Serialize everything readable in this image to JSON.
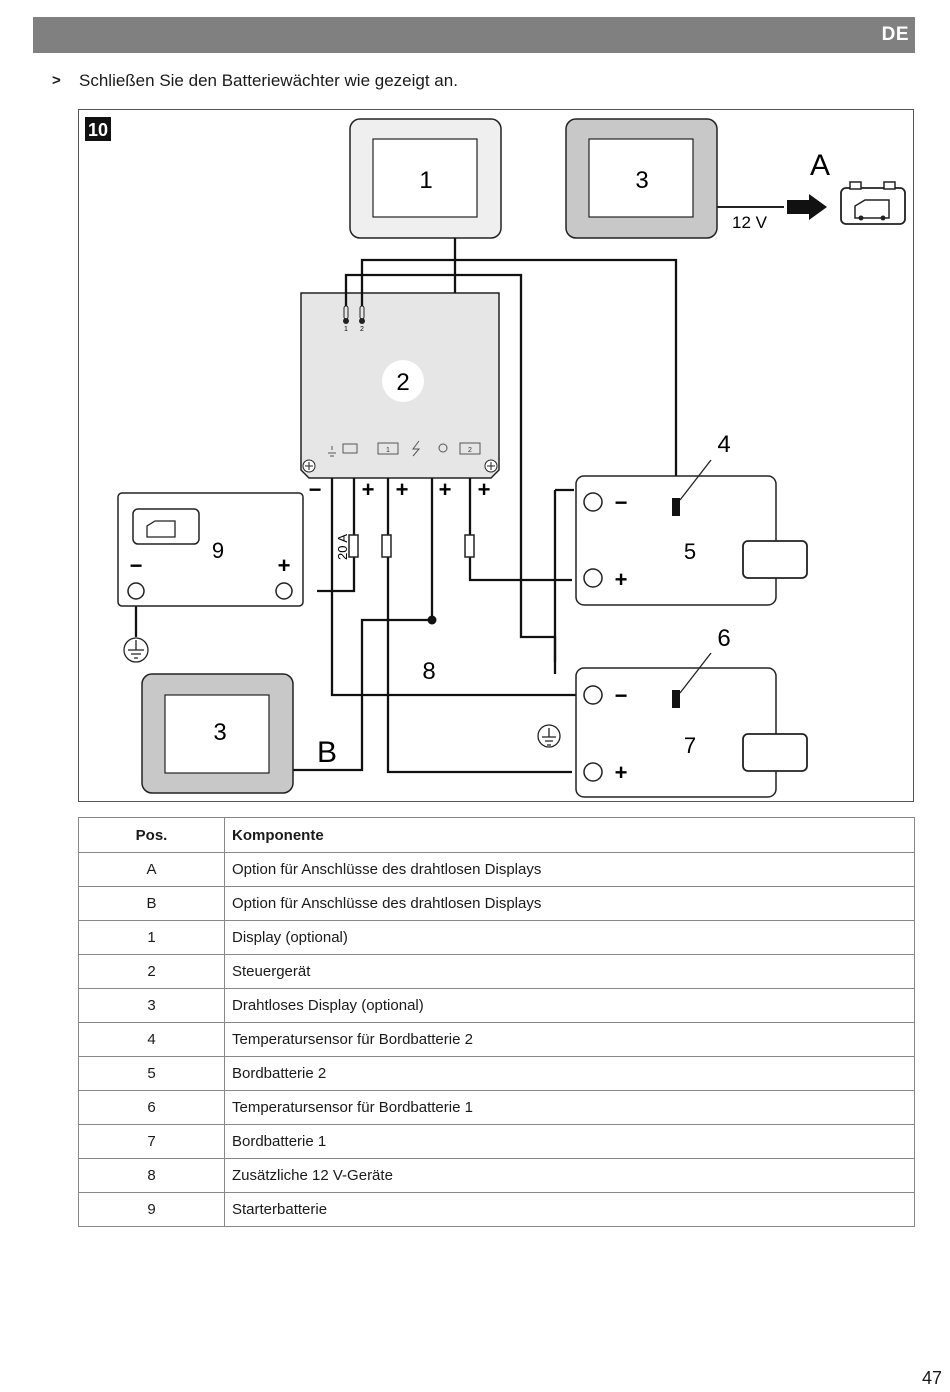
{
  "header": {
    "language_code": "DE"
  },
  "instruction": {
    "bullet": ">",
    "text": "Schließen Sie den Batteriewächter wie gezeigt an."
  },
  "figure": {
    "number": "10",
    "labels": {
      "display_1": "1",
      "wireless_display_top": "3",
      "wireless_display_bottom": "3",
      "control_unit": "2",
      "sensor_4": "4",
      "battery_5": "5",
      "sensor_6": "6",
      "battery_7": "7",
      "devices_8": "8",
      "starter_battery_9": "9",
      "option_a": "A",
      "option_b": "B",
      "voltage": "12 V",
      "fuse_rating": "20 A",
      "sensor_port_1": "1",
      "sensor_port_2": "2",
      "terminal_bat1": "1",
      "terminal_bat2": "2",
      "minus": "−",
      "plus": "+"
    }
  },
  "table": {
    "headers": {
      "pos": "Pos.",
      "component": "Komponente"
    },
    "rows": [
      {
        "pos": "A",
        "component": "Option für Anschlüsse des drahtlosen Displays"
      },
      {
        "pos": "B",
        "component": "Option für Anschlüsse des drahtlosen Displays"
      },
      {
        "pos": "1",
        "component": "Display (optional)"
      },
      {
        "pos": "2",
        "component": "Steuergerät"
      },
      {
        "pos": "3",
        "component": "Drahtloses Display (optional)"
      },
      {
        "pos": "4",
        "component": "Temperatursensor für Bordbatterie 2"
      },
      {
        "pos": "5",
        "component": "Bordbatterie 2"
      },
      {
        "pos": "6",
        "component": "Temperatursensor für Bordbatterie 1"
      },
      {
        "pos": "7",
        "component": "Bordbatterie 1"
      },
      {
        "pos": "8",
        "component": "Zusätzliche 12 V-Geräte"
      },
      {
        "pos": "9",
        "component": "Starterbatterie"
      }
    ]
  },
  "page_number": "47"
}
